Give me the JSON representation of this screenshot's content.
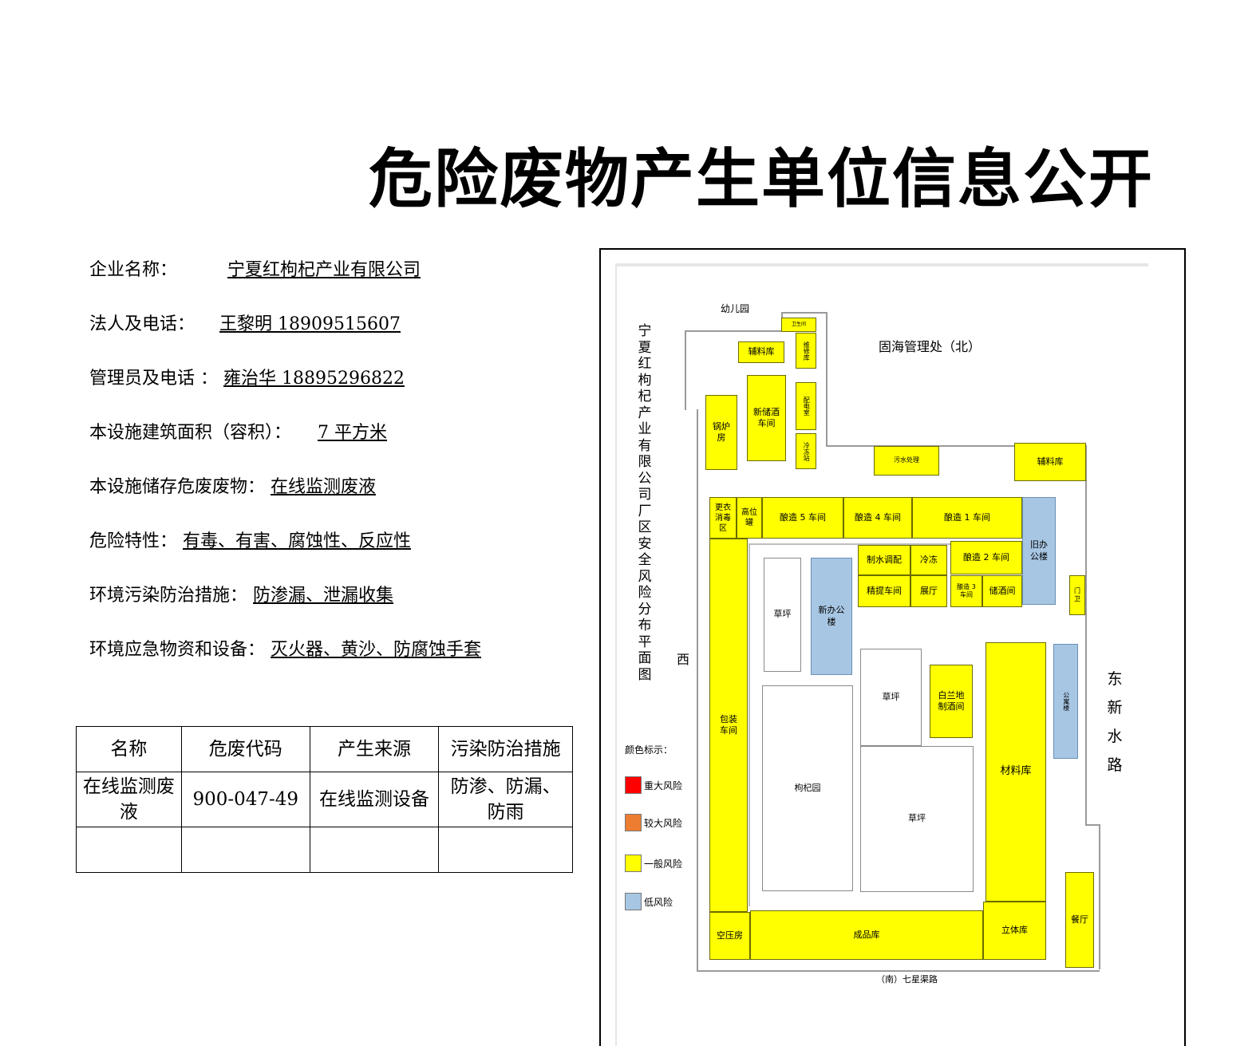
{
  "title": "危险废物产生单位信息公开",
  "info": {
    "company_label": "企业名称：",
    "company_value": "宁夏红枸杞产业有限公司",
    "legal_label": "法人及电话：",
    "legal_value": "王黎明 18909515607",
    "admin_label": "管理员及电话 ：",
    "admin_value": "雍治华 18895296822",
    "area_label": "本设施建筑面积（容积）：",
    "area_value": "7 平方米",
    "stored_label": "本设施储存危废废物：",
    "stored_value": "在线监测废液",
    "hazard_label": "危险特性：",
    "hazard_value": "有毒、有害、腐蚀性、反应性",
    "measures_label": "环境污染防治措施：",
    "measures_value": "防渗漏、泄漏收集",
    "emergency_label": "环境应急物资和设备：",
    "emergency_value": "灭火器、黄沙、防腐蚀手套"
  },
  "table": {
    "headers": [
      "名称",
      "危废代码",
      "产生来源",
      "污染防治措施"
    ],
    "rows": [
      [
        "在线监测废液",
        "900-047-49",
        "在线监测设备",
        "防渗、防漏、防雨"
      ],
      [
        "",
        "",
        "",
        ""
      ]
    ]
  },
  "map": {
    "vertical_title": "宁夏红枸杞产业有限公司厂区安全风险分布平面图",
    "north": "固海管理处（北）",
    "south": "（南）七星渠路",
    "west": "西",
    "east": "东新水路",
    "kindergarten": "幼儿园",
    "buildings": {
      "top_small": "卫生间",
      "fuliaoku1": "辅料库",
      "weixiu": "维修库",
      "peidian": "配电室",
      "lengdong_station": "冷冻站",
      "guolu": "锅炉房",
      "xinchujiu": "新储酒车间",
      "wushui": "污水处理",
      "fuliaoku2": "辅料库",
      "gengyi": "更衣消毒区",
      "gaowei": "高位罐",
      "niang5": "酿造 5 车间",
      "niang4": "酿造 4 车间",
      "niang1": "酿造 1 车间",
      "jiuban": "旧办公楼",
      "zhishui": "制水调配",
      "lengdong": "冷冻",
      "niang2": "酿造 2 车间",
      "menwei": "门卫",
      "jingti": "精提车间",
      "zhanting": "展厅",
      "niang3": "酿造 3 车间",
      "chujiu": "储酒间",
      "caoping1": "草坪",
      "xinban": "新办公楼",
      "caoping2": "草坪",
      "bailandi": "白兰地制酒间",
      "cailiaoku": "材料库",
      "gongyu": "公寓楼",
      "baozhuang": "包装车间",
      "gouqiyuan": "枸杞园",
      "caoping3": "草坪",
      "kongya": "空压房",
      "chengpin": "成品库",
      "liti": "立体库",
      "canting": "餐厅"
    },
    "legend": {
      "title": "颜色标示：",
      "items": [
        {
          "label": "重大风险",
          "color": "#ff0000"
        },
        {
          "label": "较大风险",
          "color": "#ed7d31"
        },
        {
          "label": "一般风险",
          "color": "#ffff00"
        },
        {
          "label": "低风险",
          "color": "#a7c6e3"
        }
      ]
    }
  }
}
